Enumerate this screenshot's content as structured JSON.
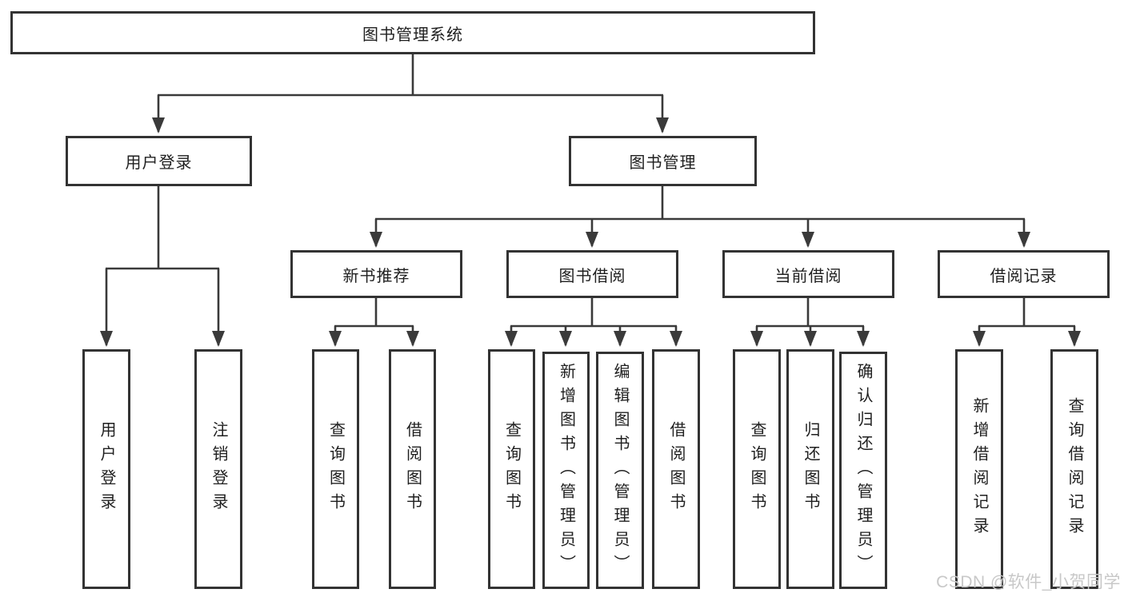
{
  "tree": {
    "root": {
      "label": "图书管理系统"
    },
    "level2": [
      {
        "label": "用户登录",
        "children": [
          {
            "label": "用户登录"
          },
          {
            "label": "注销登录"
          }
        ]
      },
      {
        "label": "图书管理",
        "children": [
          {
            "label": "新书推荐",
            "children": [
              {
                "label": "查询图书"
              },
              {
                "label": "借阅图书"
              }
            ]
          },
          {
            "label": "图书借阅",
            "children": [
              {
                "label": "查询图书"
              },
              {
                "label": "新增图书（管理员）"
              },
              {
                "label": "编辑图书（管理员）"
              },
              {
                "label": "借阅图书"
              }
            ]
          },
          {
            "label": "当前借阅",
            "children": [
              {
                "label": "查询图书"
              },
              {
                "label": "归还图书"
              },
              {
                "label": "确认归还（管理员）"
              }
            ]
          },
          {
            "label": "借阅记录",
            "children": [
              {
                "label": "新增借阅记录"
              },
              {
                "label": "查询借阅记录"
              }
            ]
          }
        ]
      }
    ]
  },
  "watermark": {
    "text": "CSDN @软件_小贺同学"
  },
  "colors": {
    "line": "#3a3a3a",
    "box_border": "#333333",
    "box_fill": "#ffffff",
    "text": "#1f1f1f",
    "background": "#ffffff",
    "watermark": "#c8c8c8"
  }
}
